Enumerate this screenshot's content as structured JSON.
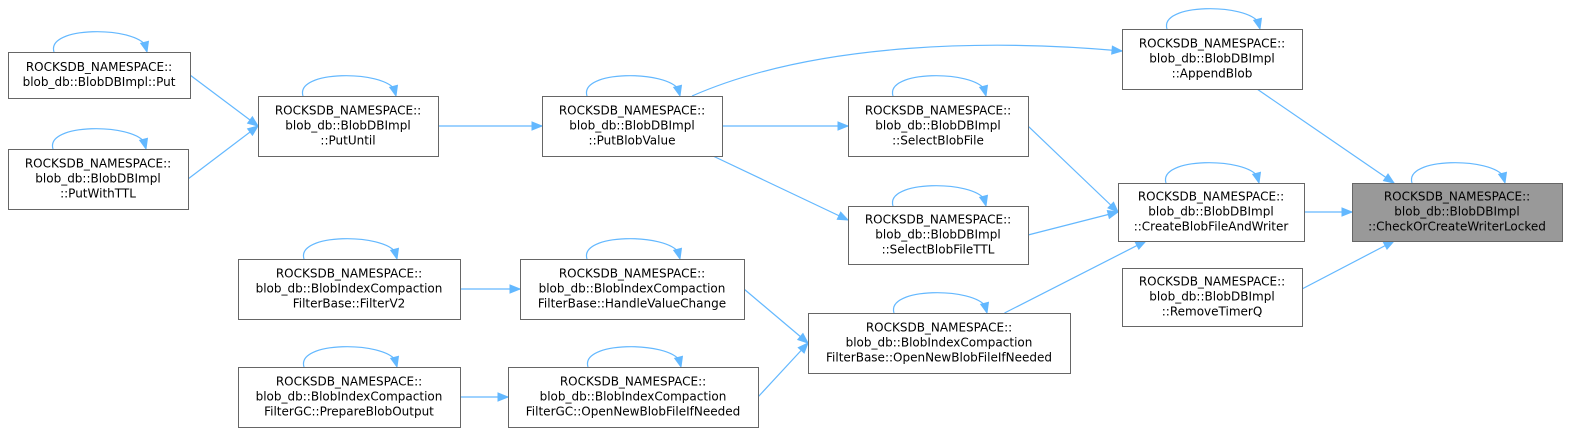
{
  "graph": {
    "accent_color": "#63b8ff",
    "focus_fill": "#999999",
    "nodes": [
      {
        "id": "check",
        "focus": true,
        "lines": [
          "ROCKSDB_NAMESPACE::",
          "blob_db::BlobDBImpl",
          "::CheckOrCreateWriterLocked"
        ]
      },
      {
        "id": "append",
        "lines": [
          "ROCKSDB_NAMESPACE::",
          "blob_db::BlobDBImpl",
          "::AppendBlob"
        ]
      },
      {
        "id": "create",
        "lines": [
          "ROCKSDB_NAMESPACE::",
          "blob_db::BlobDBImpl",
          "::CreateBlobFileAndWriter"
        ]
      },
      {
        "id": "remove",
        "lines": [
          "ROCKSDB_NAMESPACE::",
          "blob_db::BlobDBImpl",
          "::RemoveTimerQ"
        ]
      },
      {
        "id": "putblob",
        "lines": [
          "ROCKSDB_NAMESPACE::",
          "blob_db::BlobDBImpl",
          "::PutBlobValue"
        ]
      },
      {
        "id": "select",
        "lines": [
          "ROCKSDB_NAMESPACE::",
          "blob_db::BlobDBImpl",
          "::SelectBlobFile"
        ]
      },
      {
        "id": "selectttl",
        "lines": [
          "ROCKSDB_NAMESPACE::",
          "blob_db::BlobDBImpl",
          "::SelectBlobFileTTL"
        ]
      },
      {
        "id": "opennew",
        "lines": [
          "ROCKSDB_NAMESPACE::",
          "blob_db::BlobIndexCompaction",
          "FilterBase::OpenNewBlobFileIfNeeded"
        ]
      },
      {
        "id": "putuntil",
        "lines": [
          "ROCKSDB_NAMESPACE::",
          "blob_db::BlobDBImpl",
          "::PutUntil"
        ]
      },
      {
        "id": "handle",
        "lines": [
          "ROCKSDB_NAMESPACE::",
          "blob_db::BlobIndexCompaction",
          "FilterBase::HandleValueChange"
        ]
      },
      {
        "id": "opennewgc",
        "lines": [
          "ROCKSDB_NAMESPACE::",
          "blob_db::BlobIndexCompaction",
          "FilterGC::OpenNewBlobFileIfNeeded"
        ]
      },
      {
        "id": "put",
        "lines": [
          "ROCKSDB_NAMESPACE::",
          "blob_db::BlobDBImpl::Put"
        ]
      },
      {
        "id": "putttl",
        "lines": [
          "ROCKSDB_NAMESPACE::",
          "blob_db::BlobDBImpl",
          "::PutWithTTL"
        ]
      },
      {
        "id": "filterv2",
        "lines": [
          "ROCKSDB_NAMESPACE::",
          "blob_db::BlobIndexCompaction",
          "FilterBase::FilterV2"
        ]
      },
      {
        "id": "prepare",
        "lines": [
          "ROCKSDB_NAMESPACE::",
          "blob_db::BlobIndexCompaction",
          "FilterGC::PrepareBlobOutput"
        ]
      }
    ],
    "edges": [
      {
        "from": "append",
        "to": "check"
      },
      {
        "from": "create",
        "to": "check"
      },
      {
        "from": "remove",
        "to": "check"
      },
      {
        "from": "putblob",
        "to": "append"
      },
      {
        "from": "select",
        "to": "create"
      },
      {
        "from": "selectttl",
        "to": "create"
      },
      {
        "from": "opennew",
        "to": "create"
      },
      {
        "from": "putblob",
        "to": "select"
      },
      {
        "from": "putblob",
        "to": "selectttl"
      },
      {
        "from": "putuntil",
        "to": "putblob"
      },
      {
        "from": "handle",
        "to": "opennew"
      },
      {
        "from": "opennewgc",
        "to": "opennew"
      },
      {
        "from": "put",
        "to": "putuntil"
      },
      {
        "from": "putttl",
        "to": "putuntil"
      },
      {
        "from": "filterv2",
        "to": "handle"
      },
      {
        "from": "prepare",
        "to": "opennewgc"
      }
    ],
    "self_loops": [
      "check",
      "append",
      "create",
      "putblob",
      "select",
      "selectttl",
      "opennew",
      "putuntil",
      "handle",
      "opennewgc",
      "put",
      "putttl",
      "filterv2",
      "prepare"
    ]
  }
}
